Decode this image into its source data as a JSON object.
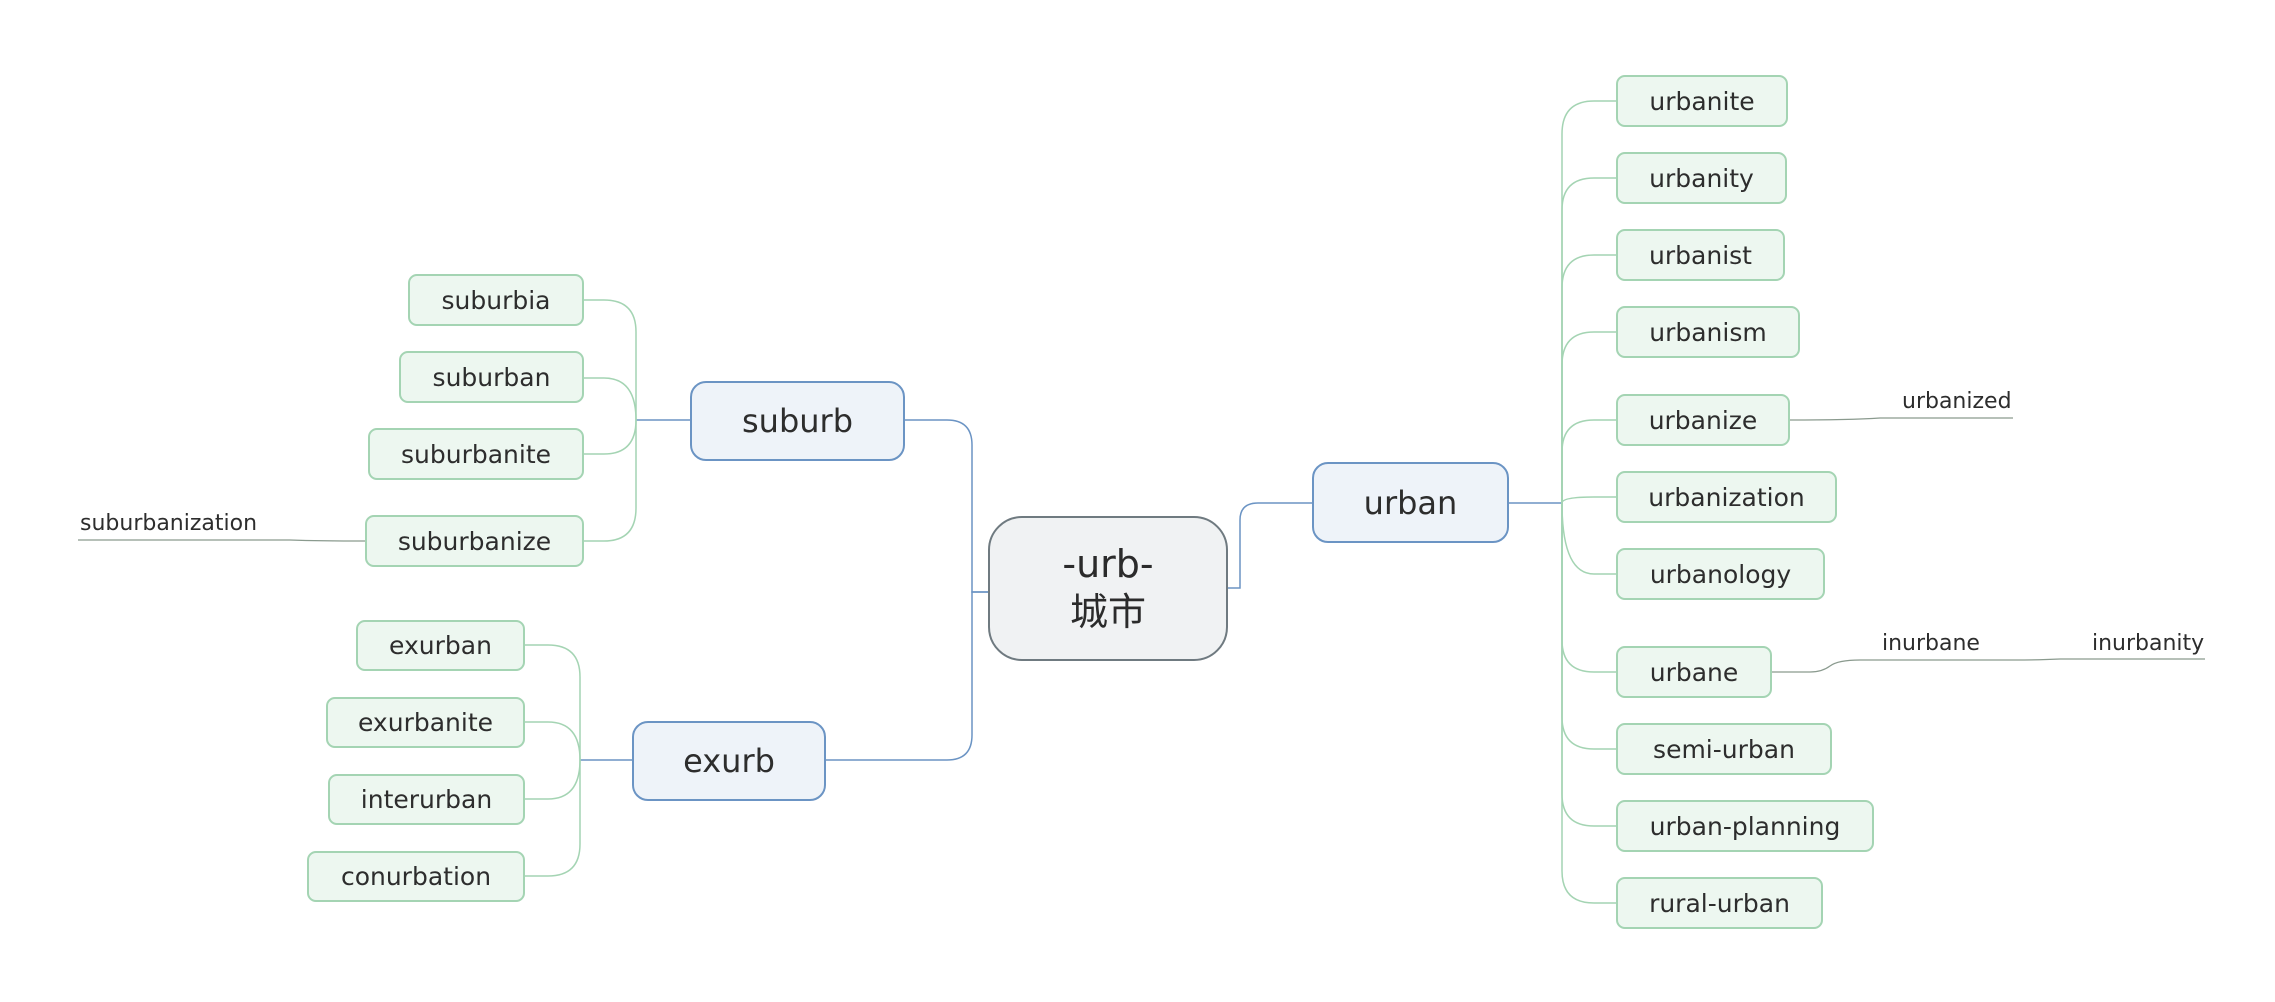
{
  "center": {
    "line1": "-urb-",
    "line2": "城市"
  },
  "branches": {
    "suburb": {
      "label": "suburb",
      "children": [
        "suburbia",
        "suburban",
        "suburbanite",
        "suburbanize"
      ],
      "sub": {
        "suburbanize": [
          "suburbanization"
        ]
      }
    },
    "exurb": {
      "label": "exurb",
      "children": [
        "exurban",
        "exurbanite",
        "interurban",
        "conurbation"
      ]
    },
    "urban": {
      "label": "urban",
      "children": [
        "urbanite",
        "urbanity",
        "urbanist",
        "urbanism",
        "urbanize",
        "urbanization",
        "urbanology",
        "urbane",
        "semi-urban",
        "urban-planning",
        "rural-urban"
      ],
      "sub": {
        "urbanize": [
          "urbanized"
        ],
        "urbane": [
          "inurbane",
          "inurbanity"
        ]
      }
    }
  },
  "colors": {
    "main_line": "#6b94c4",
    "leaf_line": "#a4d4b3",
    "float_line": "#8a9a8e"
  }
}
